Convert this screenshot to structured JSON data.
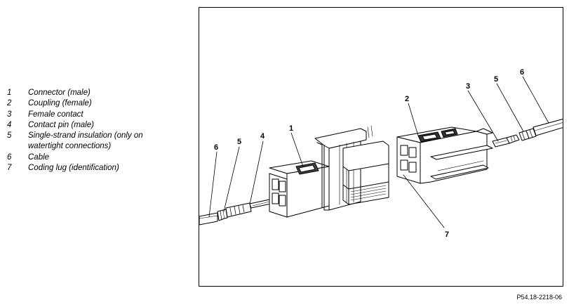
{
  "legend": [
    {
      "num": "1",
      "text": "Connector (male)"
    },
    {
      "num": "2",
      "text": "Coupling (female)"
    },
    {
      "num": "3",
      "text": "Female contact"
    },
    {
      "num": "4",
      "text": "Contact pin (male)"
    },
    {
      "num": "5",
      "text": "Single-strand insulation (only on watertight connections)"
    },
    {
      "num": "6",
      "text": "Cable"
    },
    {
      "num": "7",
      "text": "Coding lug (identification)"
    }
  ],
  "callouts": {
    "c1": "1",
    "c2": "2",
    "c3": "3",
    "c4": "4",
    "c5_left": "5",
    "c5_right": "5",
    "c6_left": "6",
    "c6_right": "6",
    "c7": "7"
  },
  "reference_code": "P54.18-2218-06"
}
